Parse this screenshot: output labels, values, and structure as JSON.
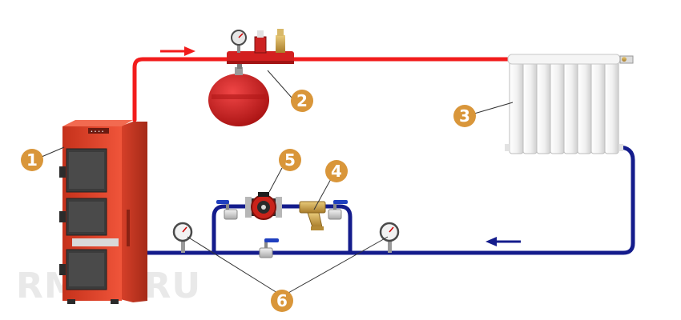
{
  "diagram": {
    "title": "Heating system scheme with solid fuel boiler and circulation pump",
    "colors": {
      "supply": "#f21c1c",
      "return": "#141c8c",
      "badge": "#d9963a",
      "boiler": "#e8442a",
      "tank": "#cc1c1c",
      "brass": "#c8a24a"
    },
    "watermark": "RMNT.RU",
    "flow_arrows": [
      {
        "line": "supply",
        "direction": "right",
        "icon": "arrow-right-icon"
      },
      {
        "line": "return",
        "direction": "left",
        "icon": "arrow-left-icon"
      }
    ],
    "components": [
      {
        "number": "1",
        "part": "boiler"
      },
      {
        "number": "2",
        "part": "expansion-tank"
      },
      {
        "number": "3",
        "part": "radiator"
      },
      {
        "number": "4",
        "part": "strainer-filter"
      },
      {
        "number": "5",
        "part": "circulation-pump"
      },
      {
        "number": "6",
        "part": "pressure-gauges"
      }
    ]
  }
}
